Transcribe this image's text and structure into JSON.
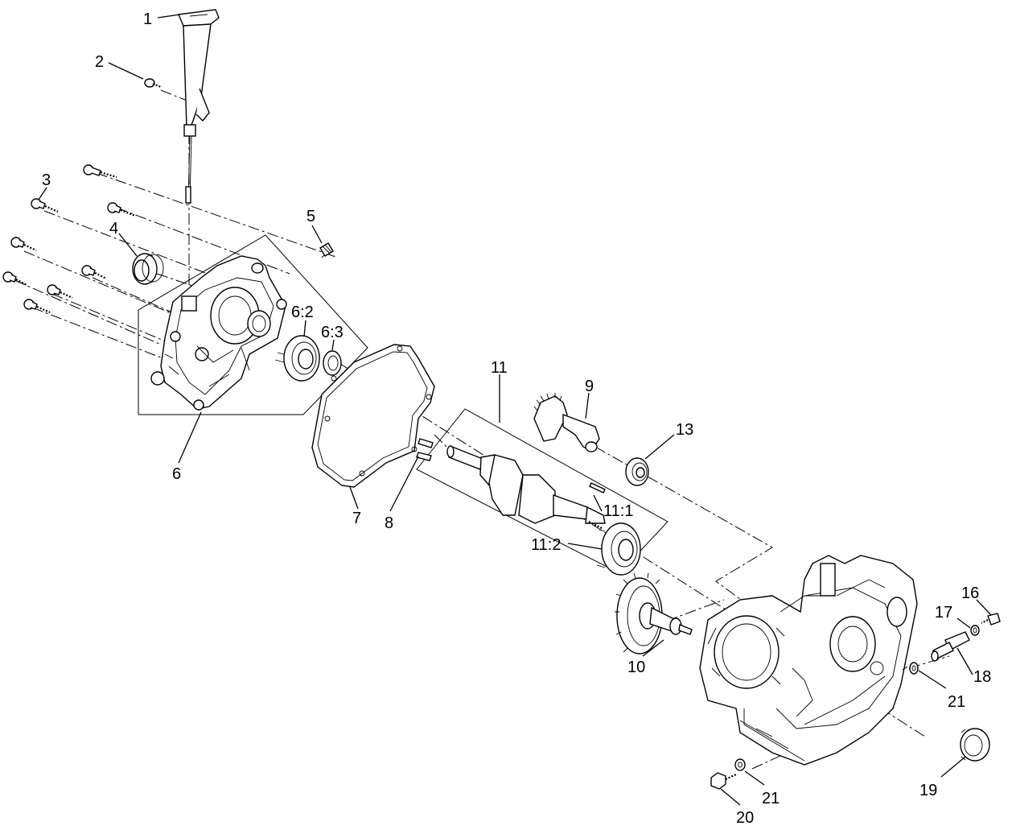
{
  "callouts": {
    "c1": "1",
    "c2": "2",
    "c3": "3",
    "c4": "4",
    "c5": "5",
    "c6": "6",
    "c6_2": "6:2",
    "c6_3": "6:3",
    "c7": "7",
    "c8": "8",
    "c9": "9",
    "c10": "10",
    "c11": "11",
    "c11_1": "11:1",
    "c11_2": "11:2",
    "c13": "13",
    "c16": "16",
    "c17": "17",
    "c18": "18",
    "c19": "19",
    "c20": "20",
    "c21a": "21",
    "c21b": "21"
  }
}
